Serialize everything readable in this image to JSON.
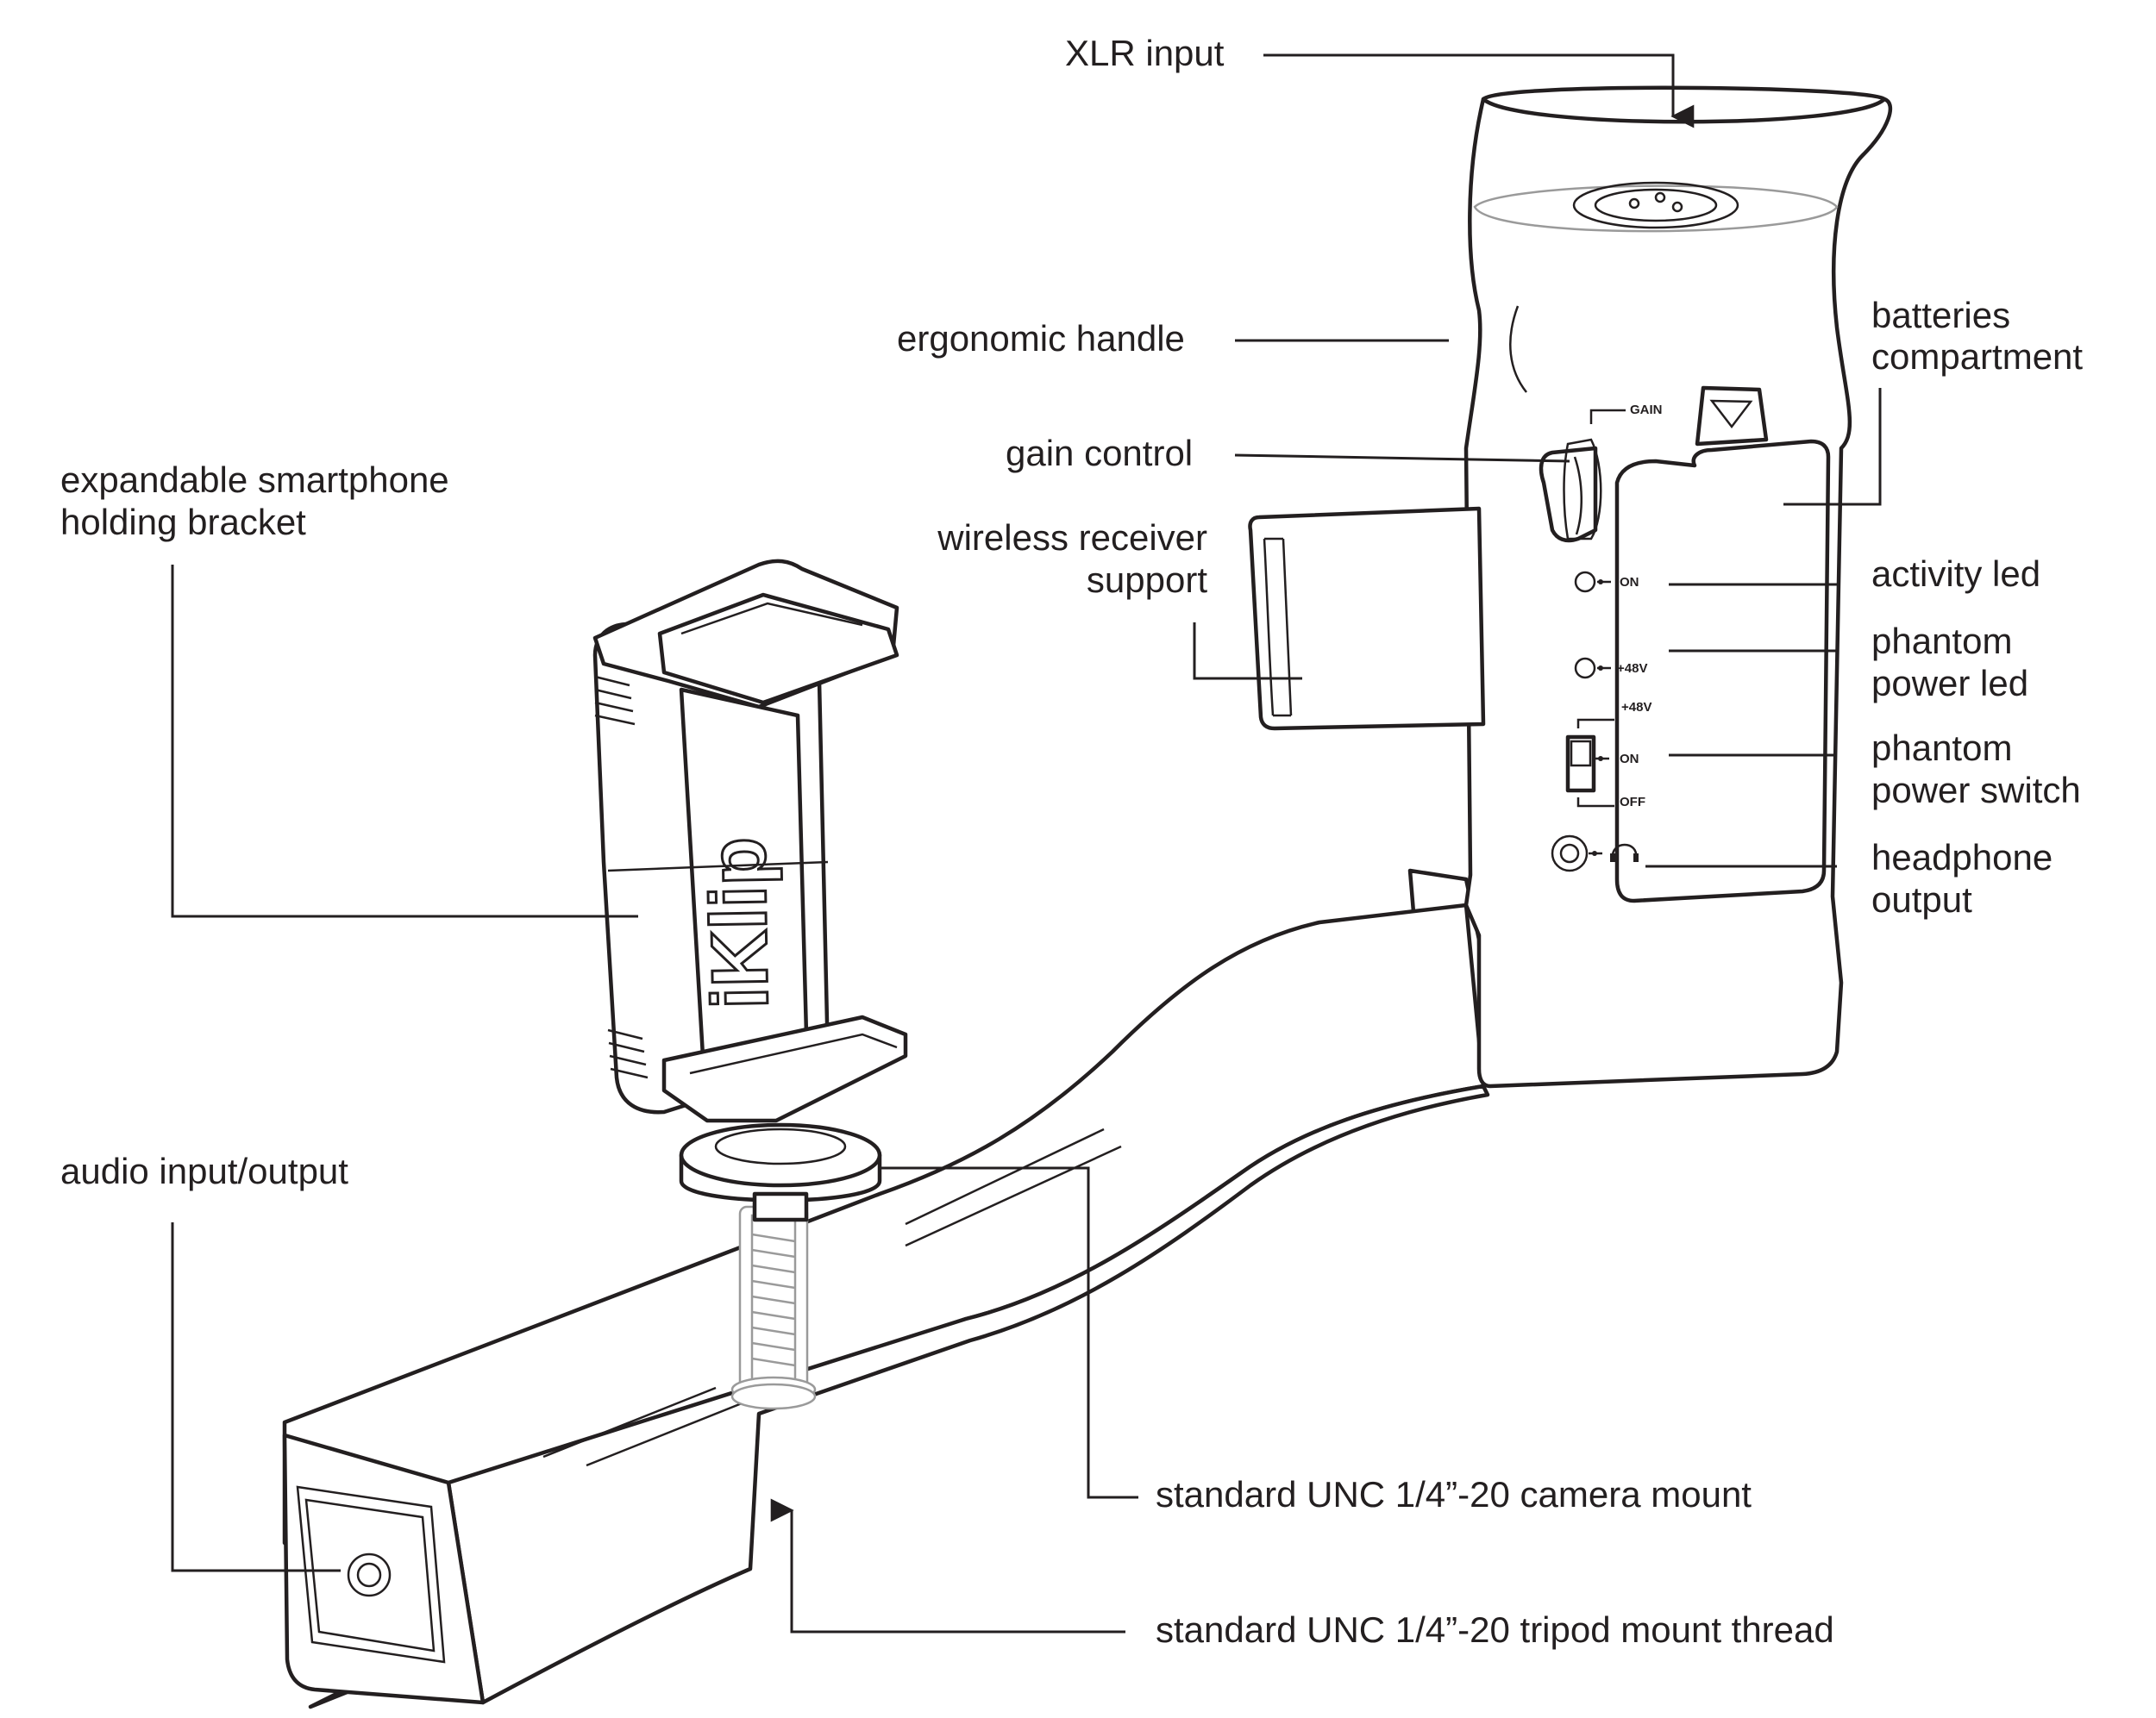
{
  "callouts": {
    "xlr_input": "XLR input",
    "ergonomic_handle": "ergonomic handle",
    "batteries_1": "batteries",
    "batteries_2": "compartment",
    "gain_control": "gain control",
    "bracket_1": "expandable smartphone",
    "bracket_2": "holding bracket",
    "wireless_1": "wireless receiver",
    "wireless_2": "support",
    "activity_led": "activity led",
    "phantom_led_1": "phantom",
    "phantom_led_2": "power led",
    "phantom_switch_1": "phantom",
    "phantom_switch_2": "power switch",
    "headphone_1": "headphone",
    "headphone_2": "output",
    "audio_io": "audio input/output",
    "camera_mount": "standard UNC 1/4”-20 camera mount",
    "tripod_mount": "standard UNC 1/4”-20 tripod mount thread"
  },
  "panel": {
    "gain": "GAIN",
    "on": "ON",
    "p48": "+48V",
    "switch_48": "+48V",
    "switch_on": "ON",
    "switch_off": "OFF"
  },
  "brand": "iKlip",
  "colors": {
    "ink": "#231f20",
    "ghost": "#9a9a9a",
    "background": "#ffffff"
  },
  "icons": [
    "xlr-connector-icon",
    "headphone-icon",
    "arrow-down-icon",
    "arrow-up-icon"
  ]
}
